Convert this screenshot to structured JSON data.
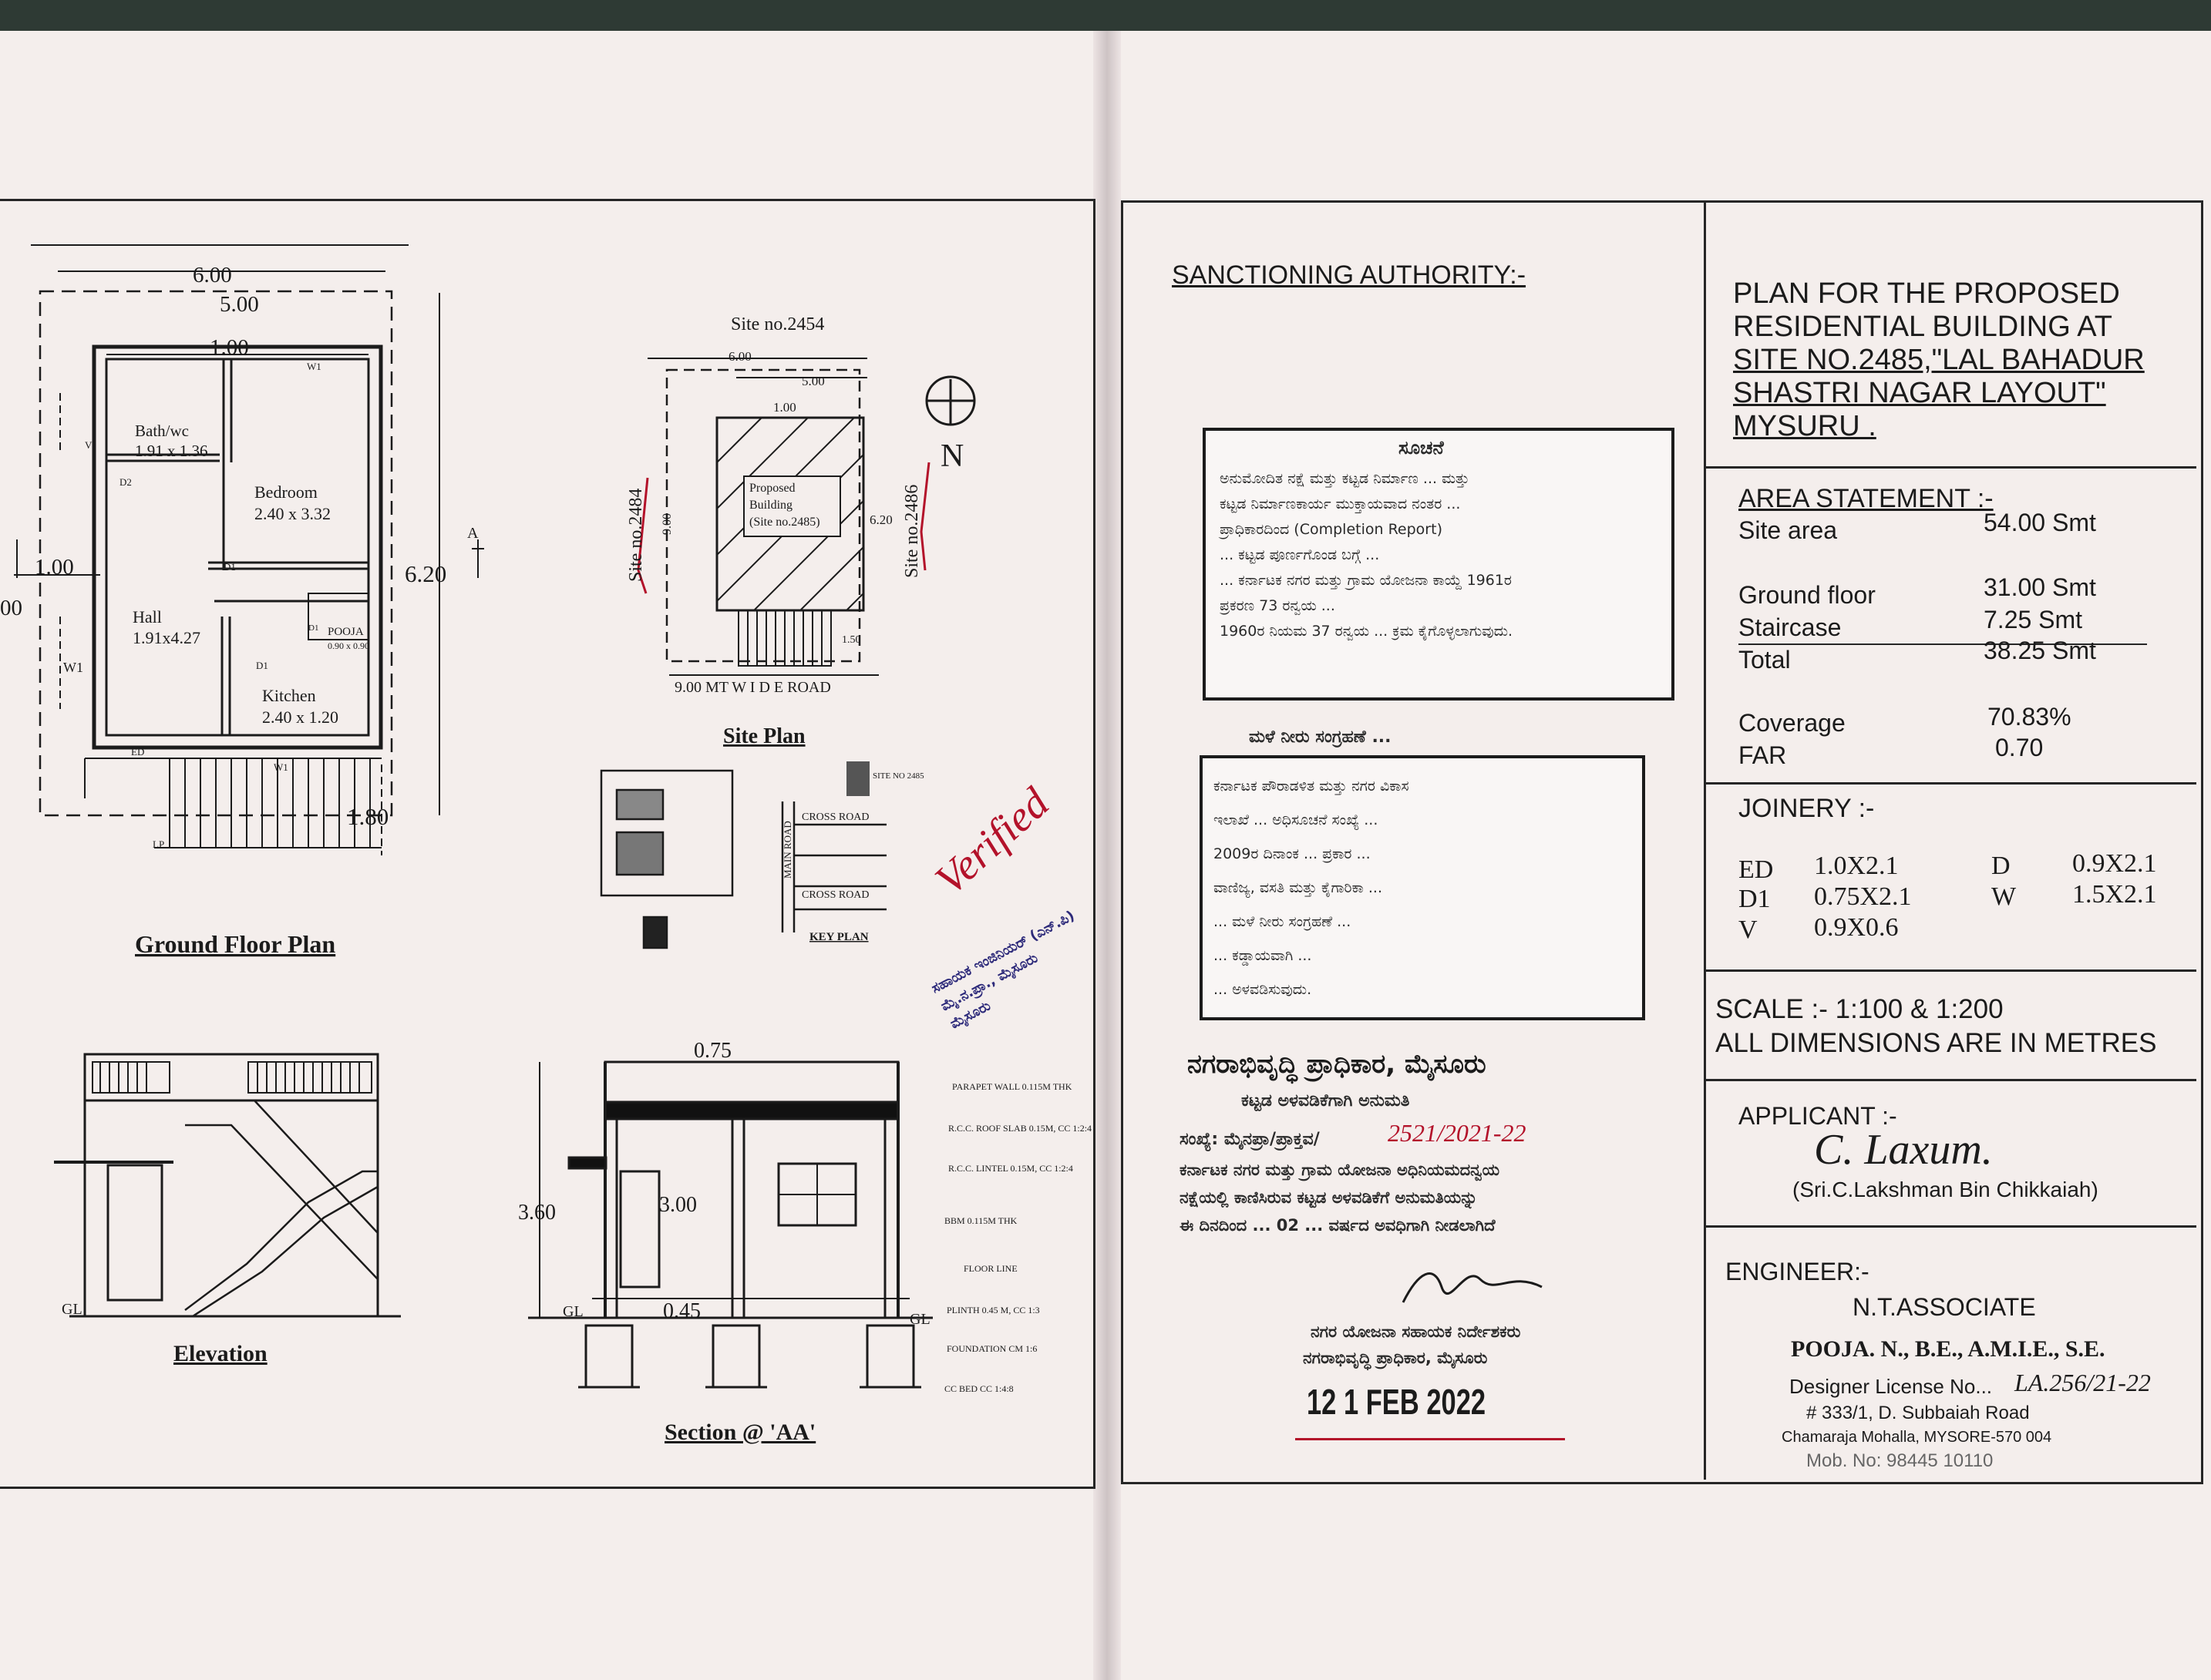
{
  "drawing": {
    "ground_floor": {
      "title": "Ground Floor Plan",
      "dim_overall_w": "6.00",
      "dim_inner_w": "5.00",
      "dim_top": "1.00",
      "dim_height": "6.20",
      "dim_left": "1.00",
      "dim_edge": "00",
      "dim_stair": "1.80",
      "section_mark": "A",
      "rooms": [
        {
          "name": "Bath/wc",
          "size": "1.91 x 1.36"
        },
        {
          "name": "Bedroom",
          "size": "2.40 x 3.32"
        },
        {
          "name": "Hall",
          "size": "1.91x4.27"
        },
        {
          "name": "POOJA",
          "size": "0.90 x 0.90"
        },
        {
          "name": "Kitchen",
          "size": "2.40 x 1.20"
        }
      ],
      "openings": {
        "w1": "W1",
        "v": "V",
        "d2": "D2",
        "d1": "D1",
        "ed": "ED",
        "lp": "LP"
      }
    },
    "site_plan": {
      "title": "Site Plan",
      "north": "N",
      "site_top": "Site no.2454",
      "site_left": "Site no.2484",
      "site_right": "Site no.2486",
      "dim_600": "6.00",
      "dim_500": "5.00",
      "dim_100": "1.00",
      "dim_900": "9.00",
      "dim_620": "6.20",
      "dim_150": "1.50",
      "building_label": [
        "Proposed",
        "Building",
        "(Site no.2485)"
      ],
      "road": "9.00 MT  W I D E ROAD"
    },
    "key_plan": {
      "title": "KEY PLAN",
      "main_road": "MAIN ROAD",
      "cross_road_1": "CROSS ROAD",
      "cross_road_2": "CROSS ROAD",
      "site_no": "SITE NO 2485"
    },
    "elevation": {
      "title": "Elevation",
      "gl": "GL"
    },
    "section": {
      "title": "Section @ 'AA'",
      "dim_075": "0.75",
      "dim_360": "3.60",
      "dim_300": "3.00",
      "dim_045": "0.45",
      "gl": "GL",
      "notes": [
        "PARAPET WALL 0.115M THK",
        "R.C.C. ROOF SLAB 0.15M, CC 1:2:4",
        "R.C.C. LINTEL 0.15M, CC 1:2:4",
        "BBM 0.115M THK",
        "FLOOR LINE",
        "PLINTH 0.45 M, CC 1:3",
        "FOUNDATION CM 1:6",
        "CC BED CC 1:4:8"
      ]
    },
    "verified": "Verified"
  },
  "sanction": {
    "title": "SANCTIONING AUTHORITY:-",
    "notice_title": "ಸೂಚನೆ",
    "notice_lines": [
      "ಅನುಮೋದಿತ ನಕ್ಷೆ ಮತ್ತು ಕಟ್ಟಡ ನಿರ್ಮಾಣ ... ಮತ್ತು",
      "ಕಟ್ಟಡ ನಿರ್ಮಾಣಕಾರ್ಯ ಮುಕ್ತಾಯವಾದ ನಂತರ ...",
      "ಪ್ರಾಧಿಕಾರದಿಂದ (Completion Report)",
      "... ಕಟ್ಟಡ ಪೂರ್ಣಗೊಂಡ ಬಗ್ಗೆ ...",
      "... ಕರ್ನಾಟಕ ನಗರ ಮತ್ತು ಗ್ರಾಮ ಯೋಜನಾ ಕಾಯ್ದೆ 1961ರ",
      "ಪ್ರಕರಣ 73 ರನ್ವಯ ...",
      "1960ರ ನಿಯಮ 37 ರನ್ವಯ ... ಕ್ರಮ ಕೈಗೊಳ್ಳಲಾಗುವುದು."
    ],
    "rule_title": "ಮಳೆ ನೀರು ಸಂಗ್ರಹಣೆ ...",
    "rule_lines": [
      "ಕರ್ನಾಟಕ ಪೌರಾಡಳಿತ ಮತ್ತು ನಗರ ವಿಕಾಸ",
      "ಇಲಾಖೆ ... ಅಧಿಸೂಚನೆ ಸಂಖ್ಯೆ ...",
      "2009ರ ದಿನಾಂಕ ... ಪ್ರಕಾರ ...",
      "ವಾಣಿಜ್ಯ, ವಸತಿ ಮತ್ತು ಕೈಗಾರಿಕಾ ...",
      "... ಮಳೆ ನೀರು ಸಂಗ್ರಹಣೆ ...",
      "... ಕಡ್ಡಾಯವಾಗಿ ...",
      "... ಅಳವಡಿಸುವುದು."
    ],
    "authority_name": "ನಗರಾಭಿವೃದ್ಧಿ ಪ್ರಾಧಿಕಾರ, ಮೈಸೂರು",
    "permission": "ಕಟ್ಟಡ ಅಳವಡಿಕೆಗಾಗಿ ಅನುಮತಿ",
    "number_label": "ಸಂಖ್ಯೆ: ಮೈನಪ್ರಾ/ಪ್ರಾಕ್ತವ/",
    "number_value": "2521/2021-22",
    "lines": [
      "ಕರ್ನಾಟಕ ನಗರ ಮತ್ತು ಗ್ರಾಮ ಯೋಜನಾ ಅಧಿನಿಯಮದನ್ವಯ",
      "ನಕ್ಷೆಯಲ್ಲಿ ಕಾಣಿಸಿರುವ ಕಟ್ಟಡ ಅಳವಡಿಕೆಗೆ ಅನುಮತಿಯನ್ನು",
      "ಈ ದಿನದಿಂದ ... 02 ... ವರ್ಷದ ಅವಧಿಗಾಗಿ ನೀಡಲಾಗಿದೆ"
    ],
    "sign_title": "ನಗರ ಯೋಜನಾ ಸಹಾಯಕ ನಿರ್ದೇಶಕರು",
    "sign_org": "ನಗರಾಭಿವೃದ್ಧಿ ಪ್ರಾಧಿಕಾರ, ಮೈಸೂರು",
    "date_stamp": "12 1 FEB 2022",
    "officer_stamp": [
      "ಸಹಾಯಕ ಇಂಜಿನಿಯರ್ (ಎನ್.ಪಿ)",
      "ಮೈ.ನ.ಪ್ರಾ., ಮೈಸೂರು",
      "ಮೈಸೂರು"
    ]
  },
  "title_block": {
    "title_lines": [
      "PLAN FOR THE  PROPOSED",
      "RESIDENTIAL BUILDING AT",
      "SITE NO.2485,\"LAL BAHADUR",
      "SHASTRI NAGAR LAYOUT\"",
      "MYSURU ."
    ],
    "area_title": "AREA STATEMENT :-",
    "area": [
      {
        "label": "Site area",
        "value": "54.00 Smt"
      },
      {
        "label": "Ground floor",
        "value": "31.00 Smt"
      },
      {
        "label": "Staircase",
        "value": "7.25  Smt"
      },
      {
        "label": "Total",
        "value": "38.25 Smt"
      },
      {
        "label": "Coverage",
        "value": "70.83%"
      },
      {
        "label": "FAR",
        "value": "0.70"
      }
    ],
    "joinery_title": "JOINERY :-",
    "joinery": [
      {
        "code": "ED",
        "size": "1.0X2.1"
      },
      {
        "code": "D1",
        "size": "0.75X2.1"
      },
      {
        "code": "V",
        "size": "0.9X0.6"
      },
      {
        "code": "D",
        "size": "0.9X2.1"
      },
      {
        "code": "W",
        "size": "1.5X2.1"
      }
    ],
    "scale": "SCALE :- 1:100 & 1:200",
    "dimensions_note": "ALL DIMENSIONS ARE IN METRES",
    "applicant_label": "APPLICANT :-",
    "applicant_sign": "C. Laxum.",
    "applicant_name": "(Sri.C.Lakshman Bin Chikkaiah)",
    "engineer_label": "ENGINEER:-",
    "firm": "N.T.ASSOCIATE",
    "engineer_name": "POOJA. N., B.E., A.M.I.E., S.E.",
    "license_label": "Designer License No...",
    "license_value": "LA.256/21-22",
    "address_1": "# 333/1, D. Subbaiah Road",
    "address_2": "Chamaraja Mohalla, MYSORE-570 004",
    "mobile": "Mob. No: 98445 10110"
  }
}
